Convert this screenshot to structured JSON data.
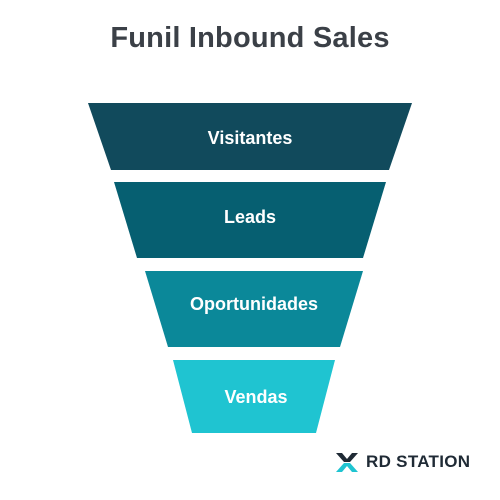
{
  "title": "Funil Inbound Sales",
  "funnel": {
    "stages": [
      {
        "label": "Visitantes",
        "color": "#114a5c"
      },
      {
        "label": "Leads",
        "color": "#065f71"
      },
      {
        "label": "Oportunidades",
        "color": "#0b8899"
      },
      {
        "label": "Vendas",
        "color": "#1fc4d1"
      }
    ]
  },
  "logo": {
    "text": "RD STATION",
    "mark_icon": "rd-station-logo-icon",
    "colors": {
      "dark": "#1f2a35",
      "accent": "#1fc4d1"
    }
  }
}
